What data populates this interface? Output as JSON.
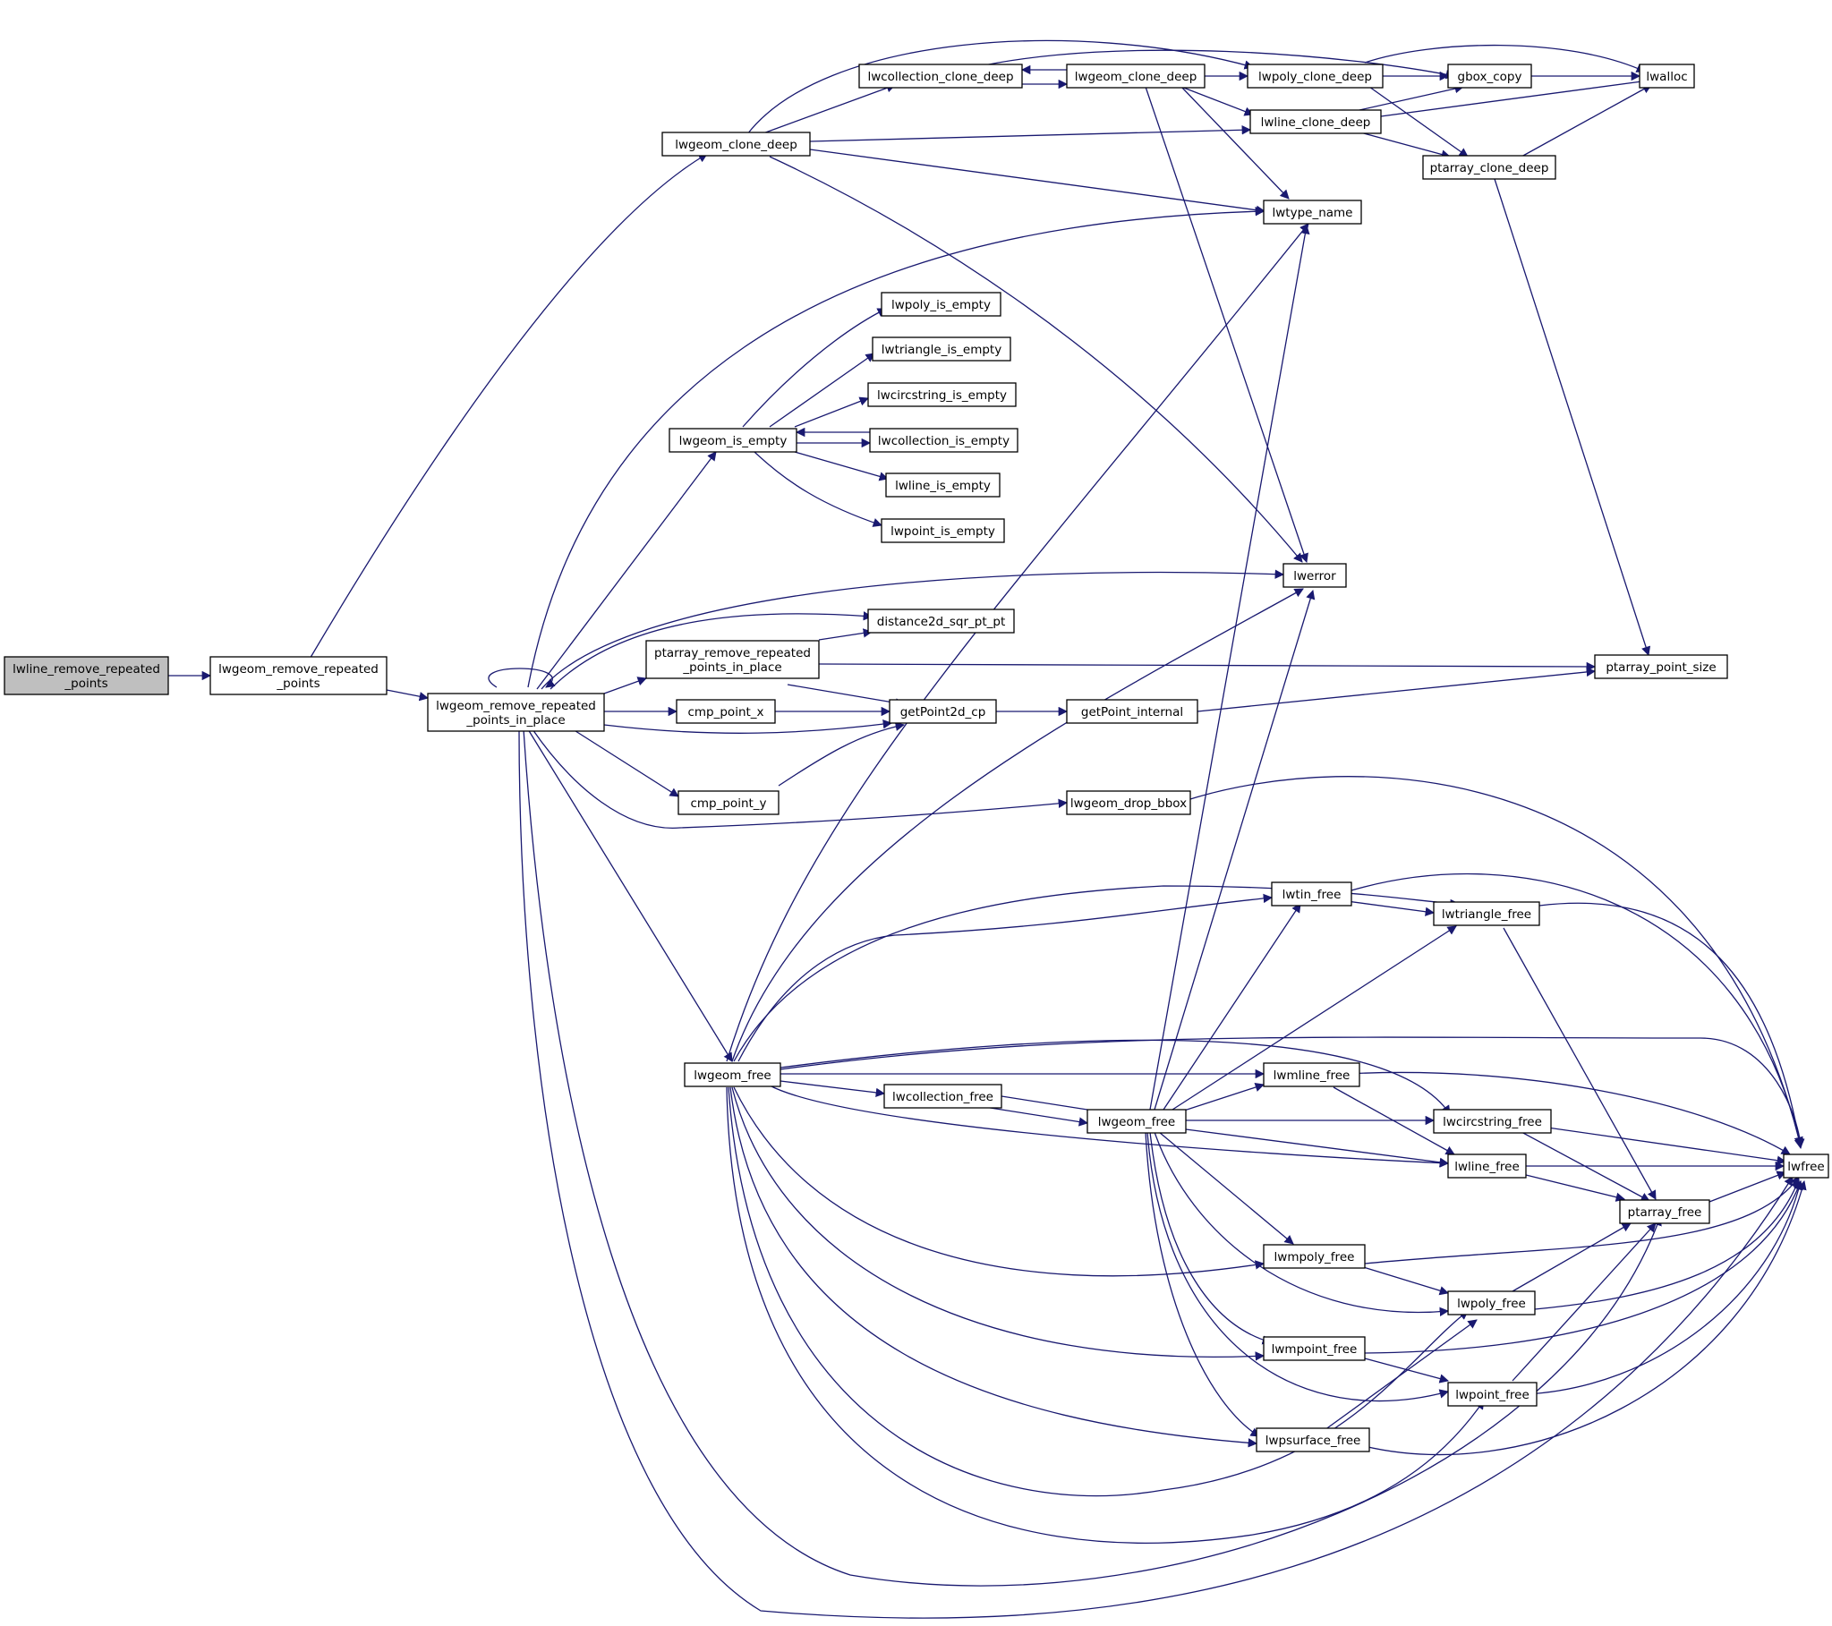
{
  "colors": {
    "edge": "#191970",
    "node_fill": "#ffffff",
    "focus_fill": "#bfbfbf",
    "border": "#000000"
  },
  "nodes": {
    "root": {
      "lines": [
        "lwline_remove_repeated",
        "_points"
      ],
      "focus": true
    },
    "rrp": {
      "lines": [
        "lwgeom_remove_repeated",
        "_points"
      ]
    },
    "rrpip": {
      "lines": [
        "lwgeom_remove_repeated",
        "_points_in_place"
      ]
    },
    "gclone": {
      "lines": [
        "lwgeom_clone_deep"
      ]
    },
    "collclone": {
      "lines": [
        "lwcollection_clone_deep"
      ]
    },
    "gclone2": {
      "lines": [
        "lwgeom_clone_deep"
      ]
    },
    "polyclone": {
      "lines": [
        "lwpoly_clone_deep"
      ]
    },
    "gboxcopy": {
      "lines": [
        "gbox_copy"
      ]
    },
    "lwalloc": {
      "lines": [
        "lwalloc"
      ]
    },
    "lineclone": {
      "lines": [
        "lwline_clone_deep"
      ]
    },
    "ptclone": {
      "lines": [
        "ptarray_clone_deep"
      ]
    },
    "typename": {
      "lines": [
        "lwtype_name"
      ]
    },
    "polyempty": {
      "lines": [
        "lwpoly_is_empty"
      ]
    },
    "triempty": {
      "lines": [
        "lwtriangle_is_empty"
      ]
    },
    "circempty": {
      "lines": [
        "lwcircstring_is_empty"
      ]
    },
    "isempty": {
      "lines": [
        "lwgeom_is_empty"
      ]
    },
    "collempty": {
      "lines": [
        "lwcollection_is_empty"
      ]
    },
    "lineempty": {
      "lines": [
        "lwline_is_empty"
      ]
    },
    "ptempty": {
      "lines": [
        "lwpoint_is_empty"
      ]
    },
    "lwerror": {
      "lines": [
        "lwerror"
      ]
    },
    "dist2d": {
      "lines": [
        "distance2d_sqr_pt_pt"
      ]
    },
    "ptrrp": {
      "lines": [
        "ptarray_remove_repeated",
        "_points_in_place"
      ]
    },
    "ptsize": {
      "lines": [
        "ptarray_point_size"
      ]
    },
    "cmpx": {
      "lines": [
        "cmp_point_x"
      ]
    },
    "getp2d": {
      "lines": [
        "getPoint2d_cp"
      ]
    },
    "getpint": {
      "lines": [
        "getPoint_internal"
      ]
    },
    "cmpy": {
      "lines": [
        "cmp_point_y"
      ]
    },
    "dropbbox": {
      "lines": [
        "lwgeom_drop_bbox"
      ]
    },
    "tinfree": {
      "lines": [
        "lwtin_free"
      ]
    },
    "trifree": {
      "lines": [
        "lwtriangle_free"
      ]
    },
    "gfree": {
      "lines": [
        "lwgeom_free"
      ]
    },
    "mlinefree": {
      "lines": [
        "lwmline_free"
      ]
    },
    "collfree": {
      "lines": [
        "lwcollection_free"
      ]
    },
    "gfree2": {
      "lines": [
        "lwgeom_free"
      ]
    },
    "circfree": {
      "lines": [
        "lwcircstring_free"
      ]
    },
    "linefree": {
      "lines": [
        "lwline_free"
      ]
    },
    "lwfree": {
      "lines": [
        "lwfree"
      ]
    },
    "ptfree": {
      "lines": [
        "ptarray_free"
      ]
    },
    "mpolyfree": {
      "lines": [
        "lwmpoly_free"
      ]
    },
    "polyfree": {
      "lines": [
        "lwpoly_free"
      ]
    },
    "mpointfree": {
      "lines": [
        "lwmpoint_free"
      ]
    },
    "pointfree": {
      "lines": [
        "lwpoint_free"
      ]
    },
    "psurffree": {
      "lines": [
        "lwpsurface_free"
      ]
    }
  }
}
